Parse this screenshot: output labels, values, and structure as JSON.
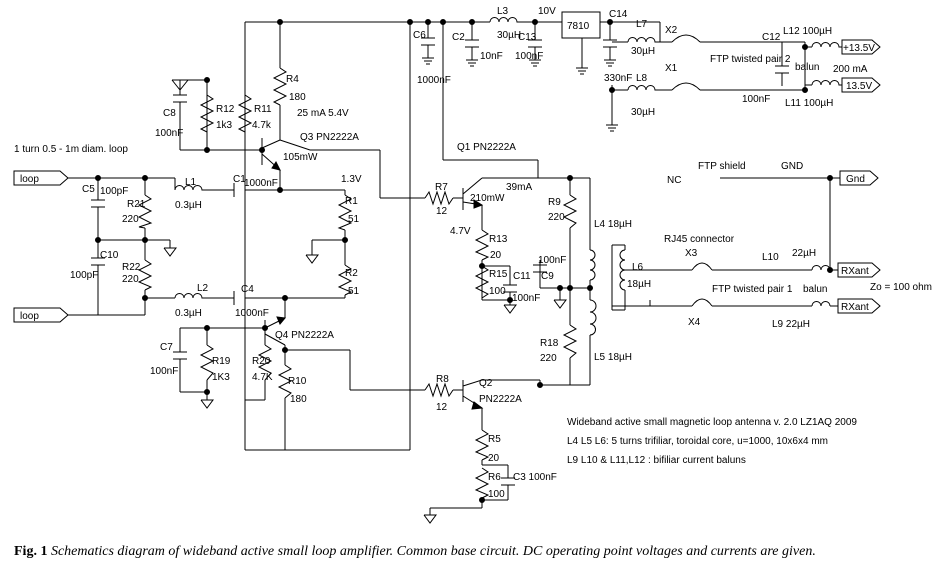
{
  "caption": {
    "label": "Fig. 1",
    "text": "Schematics diagram of wideband active small loop amplifier. Common base circuit. DC operating point voltages and currents are given."
  },
  "notes": {
    "title": "Wideband active small magnetic loop antenna  v. 2.0 LZ1AQ 2009",
    "l4_l5_l6": "L4 L5 L6:  5 turns trifiliar,  toroidal core, u=1000, 10x6x4 mm",
    "baluns": "L9 L10 & L11,L12 :    bifiliar current baluns",
    "zo": "Zo = 100 ohm",
    "loop_note": "1 turn  0.5 - 1m diam. loop",
    "ftp2": "FTP twisted pair 2",
    "ftp1": "FTP twisted pair 1",
    "ftp_shield": "FTP shield",
    "gnd": "GND",
    "nc": "NC",
    "rj45": "RJ45 connector",
    "balun": "balun",
    "ma200": "200 mA"
  },
  "ports": {
    "loop_top": "loop",
    "loop_bottom": "loop",
    "gnd": "Gnd",
    "rxant1": "RXant",
    "rxant2": "RXant",
    "plus": "+13.5V",
    "minus": "13.5V"
  },
  "labels": {
    "L1": "L1",
    "L1v": "0.3µH",
    "L2": "L2",
    "L2v": "0.3µH",
    "L3": "L3",
    "L3v": "30µH",
    "L4": "L4  18µH",
    "L5": "L5  18µH",
    "L6": "L6",
    "L6v": "18µH",
    "L7": "L7",
    "L7v": "30µH",
    "L8": "L8",
    "L8v": "30µH",
    "L9": "L9   22µH",
    "L10": "L10",
    "L10v": "22µH",
    "L11": "L11 100µH",
    "L12": "L12 100µH",
    "C1": "C1",
    "C1v": "1000nF",
    "C2": "C2",
    "C2v": "10nF",
    "C3": "C3  100nF",
    "C4": "C4",
    "C4v": "1000nF",
    "C5": "C5",
    "C5v": "100pF",
    "C6": "C6",
    "C6v": "1000nF",
    "C7": "C7",
    "C7v": "100nF",
    "C8": "C8",
    "C8v": "100nF",
    "C9": "C9",
    "C9v": "100nF",
    "C10": "C10",
    "C10v": "100pF",
    "C11": "C11",
    "C11v": "100nF",
    "C12": "C12",
    "C12v": "100nF",
    "C13": "C13",
    "C13v": "100nF",
    "C14": "C14",
    "C14v": "330nF",
    "R1": "R1",
    "R1v": "51",
    "R2": "R2",
    "R2v": "51",
    "R4": "R4",
    "R4v": "180",
    "R5": "R5",
    "R5v": "20",
    "R6": "R6",
    "R6v": "100",
    "R7": "R7",
    "R7v": "12",
    "R8": "R8",
    "R8v": "12",
    "R9": "R9",
    "R9v": "220",
    "R10": "R10",
    "R10v": "180",
    "R11": "R11",
    "R11v": "4.7k",
    "R12": "R12",
    "R12v": "1k3",
    "R13": "R13",
    "R13v": "20",
    "R15": "R15",
    "R15v": "100",
    "R18": "R18",
    "R18v": "220",
    "R19": "R19",
    "R19v": "1K3",
    "R20": "R20",
    "R20v": "4.7K",
    "R21": "R21",
    "R21v": "220",
    "R22": "R22",
    "R22v": "220",
    "Q1": "Q1   PN2222A",
    "Q2": "Q2",
    "Q2v": "PN2222A",
    "Q3": "Q3   PN2222A",
    "Q4": "Q4  PN2222A",
    "U": "7810",
    "X1": "X1",
    "X2": "X2",
    "X3": "X3",
    "X4": "X4",
    "v10": "10V",
    "ma25": "25 mA  5.4V",
    "mw105": "105mW",
    "v13": "1.3V",
    "ma39": "39mA",
    "mw210": "210mW",
    "v47": "4.7V"
  }
}
